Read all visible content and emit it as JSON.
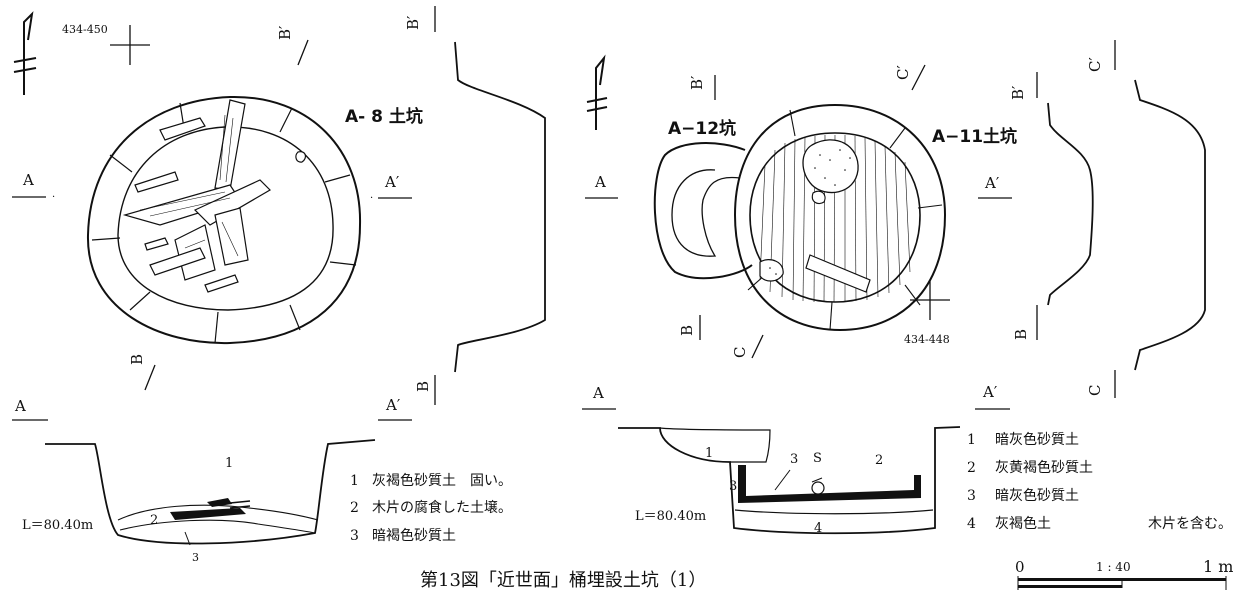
{
  "figure": {
    "caption": "第13図「近世面」桶埋設土坑（1）"
  },
  "grid_refs": {
    "left_plan": "434-450",
    "right_plan": "434-448"
  },
  "left_pit": {
    "name": "A- 8 土坑",
    "section_markers": {
      "A": "A",
      "A_prime": "A′",
      "B": "B",
      "B_prime": "B′"
    },
    "section_A": {
      "elevation": "L＝80.40m",
      "layer_numbers": [
        "1",
        "2",
        "3"
      ]
    },
    "legend": [
      {
        "num": "1",
        "text": "灰褐色砂質土　固い。"
      },
      {
        "num": "2",
        "text": "木片の腐食した土壌。"
      },
      {
        "num": "3",
        "text": "暗褐色砂質土"
      }
    ]
  },
  "right_pit": {
    "name_main": "A−11土坑",
    "name_sub": "A−12坑",
    "section_markers": {
      "A": "A",
      "A_prime": "A′",
      "B": "B",
      "B_prime": "B′",
      "C": "C",
      "C_prime": "C′"
    },
    "section_A": {
      "elevation": "L＝80.40m",
      "layer_numbers": [
        "1",
        "2",
        "3",
        "4",
        "3"
      ],
      "stone_label": "S"
    },
    "legend": [
      {
        "num": "1",
        "text": "暗灰色砂質土"
      },
      {
        "num": "2",
        "text": "灰黄褐色砂質土"
      },
      {
        "num": "3",
        "text": "暗灰色砂質土"
      },
      {
        "num": "4",
        "text": "灰褐色土",
        "note": "木片を含む。"
      }
    ]
  },
  "scale_bar": {
    "start": "0",
    "ratio": "1 : 40",
    "end": "1 m"
  }
}
